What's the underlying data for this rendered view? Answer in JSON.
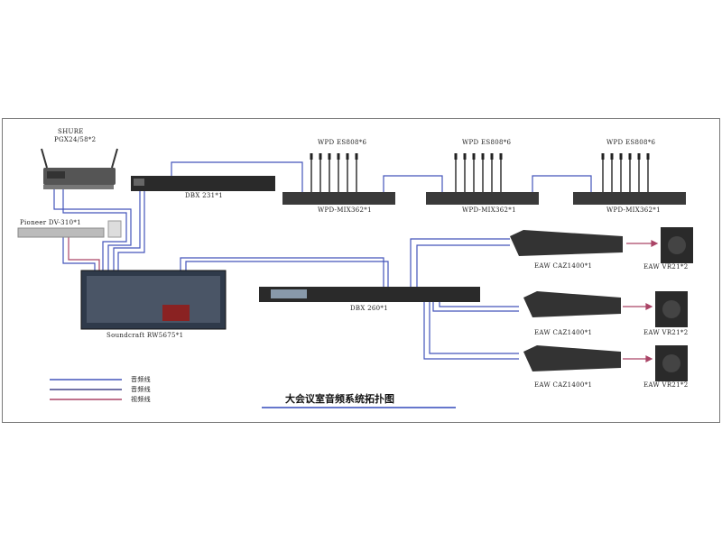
{
  "title": "大会议室音频系统拓扑图",
  "legend": [
    {
      "text": "音频线",
      "color": "#4455bb"
    },
    {
      "text": "音频线",
      "color": "#444488"
    },
    {
      "text": "视频线",
      "color": "#aa4466"
    }
  ],
  "devices": {
    "shure": [
      "SHURE",
      "PGX24/58*2"
    ],
    "pioneer": "Pioneer DV-310*1",
    "dbx231": "DBX 231*1",
    "wpd_es_1": "WPD ES808*6",
    "wpd_es_2": "WPD ES808*6",
    "wpd_es_3": "WPD ES808*6",
    "wpd_mix_1": "WPD-MIX362*1",
    "wpd_mix_2": "WPD-MIX362*1",
    "wpd_mix_3": "WPD-MIX362*1",
    "soundcraft": "Soundcraft RW5675*1",
    "dbx260": "DBX 260*1",
    "amp1": "EAW CAZ1400*1",
    "amp2": "EAW CAZ1400*1",
    "amp3": "EAW CAZ1400*1",
    "spk1": "EAW VR21*2",
    "spk2": "EAW VR21*2",
    "spk3": "EAW VR21*2"
  },
  "colors": {
    "line_blue": "#4455bb",
    "line_dark": "#444488",
    "line_red": "#aa4466",
    "device": "#2a2a2a"
  }
}
